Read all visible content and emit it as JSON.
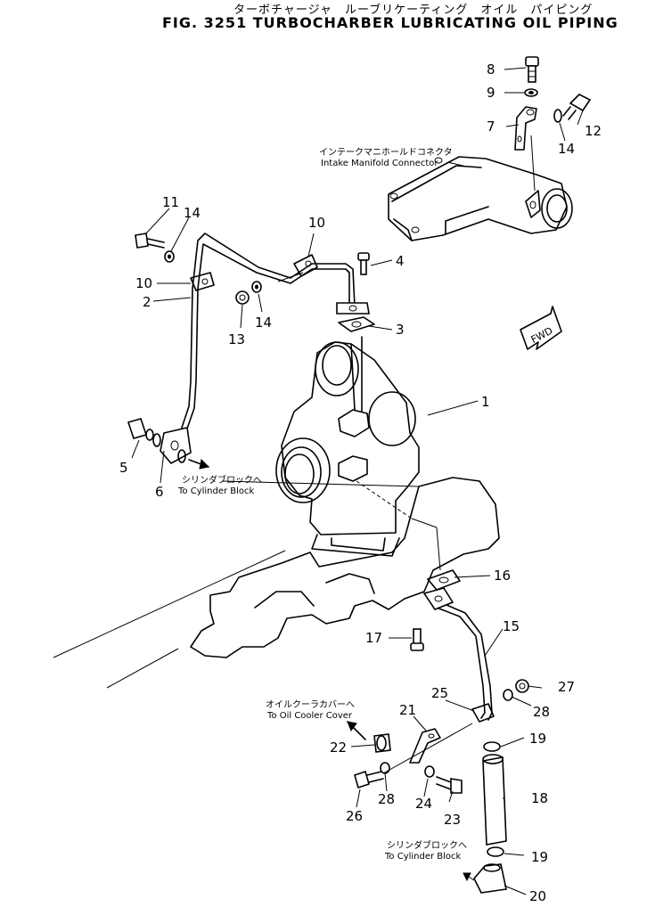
{
  "header": {
    "title_jp": "ターボチャージャ　ルーブリケーティング　オイル　パイピング",
    "title_en": "FIG. 3251   TURBOCHARBER LUBRICATING OIL PIPING"
  },
  "notes": {
    "intake_jp": "インテークマニホールドコネクタ",
    "intake_en": "Intake Manifold Connector",
    "block1_jp": "シリンダブロックへ",
    "block1_en": "To Cylinder Block",
    "cooler_jp": "オイルクーラカバーへ",
    "cooler_en": "To Oil Cooler Cover",
    "block2_jp": "シリンダブロックへ",
    "block2_en": "To Cylinder Block",
    "fwd": "FWD"
  },
  "callouts": {
    "c1": "1",
    "c2": "2",
    "c3": "3",
    "c4": "4",
    "c5": "5",
    "c6": "6",
    "c7": "7",
    "c8": "8",
    "c9": "9",
    "c10a": "10",
    "c10b": "10",
    "c11": "11",
    "c12": "12",
    "c13": "13",
    "c14a": "14",
    "c14b": "14",
    "c14c": "14",
    "c15": "15",
    "c16": "16",
    "c17": "17",
    "c18": "18",
    "c19a": "19",
    "c19b": "19",
    "c20": "20",
    "c21": "21",
    "c22": "22",
    "c23": "23",
    "c24": "24",
    "c25": "25",
    "c26": "26",
    "c27": "27",
    "c28a": "28",
    "c28b": "28"
  }
}
